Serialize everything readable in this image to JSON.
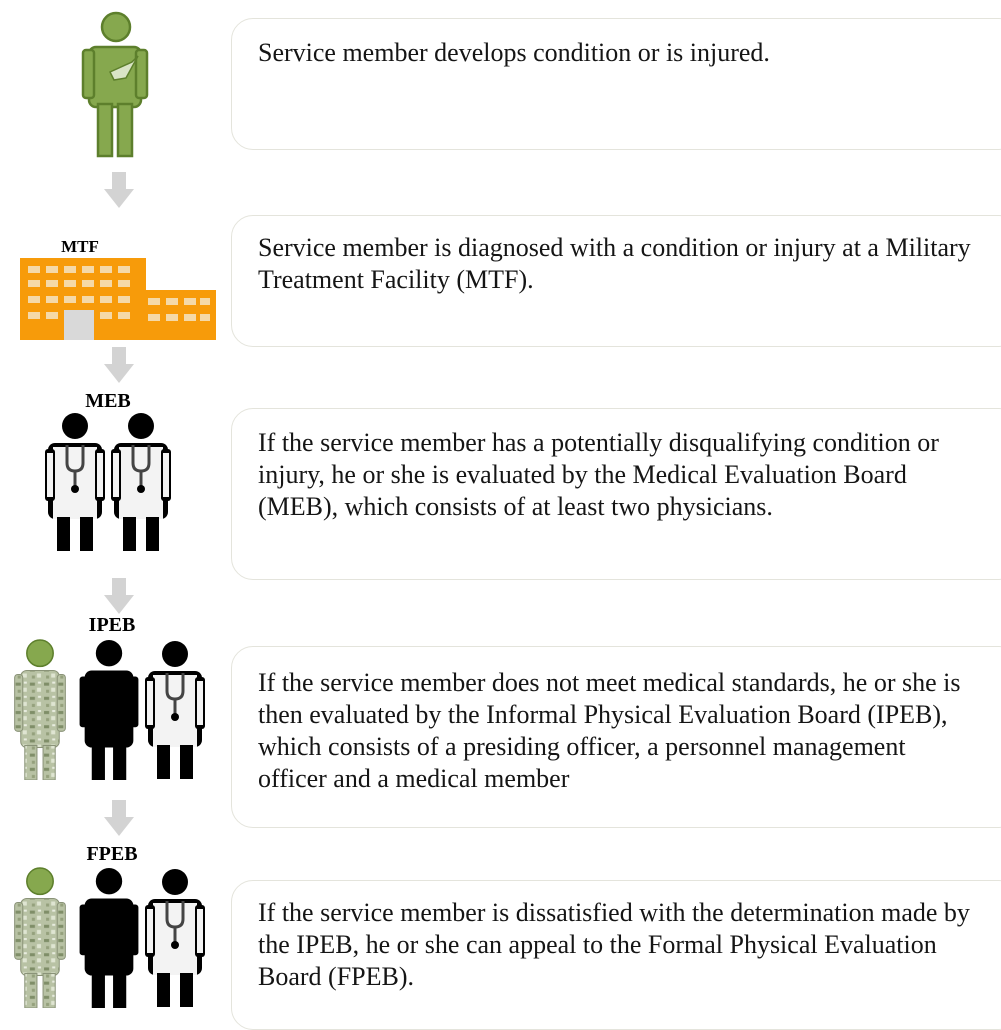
{
  "steps": [
    {
      "text": "Service member develops condition or is injured."
    },
    {
      "label": "MTF",
      "text": "Service member is diagnosed with a condition or injury at a Military Treatment Facility (MTF)."
    },
    {
      "label": "MEB",
      "text": "If the service member has a potentially disqualifying condition or injury, he or she is evaluated by the Medical Evaluation Board (MEB), which consists of at least two physicians."
    },
    {
      "label": "IPEB",
      "text": "If the service member does not meet medical standards, he or she is then evaluated by the Informal Physical Evaluation Board (IPEB), which consists of a presiding officer, a personnel management officer and a medical member"
    },
    {
      "label": "FPEB",
      "text": "If the service member is dissatisfied with the determination made by the IPEB, he or she can appeal to the Formal Physical Evaluation Board (FPEB)."
    }
  ],
  "colors": {
    "soldier_green": "#86a84e",
    "soldier_outline": "#5d7f2c",
    "building_orange": "#f79b0a",
    "arrow_gray": "#d3d3d3",
    "box_border": "#e4e4dc"
  }
}
